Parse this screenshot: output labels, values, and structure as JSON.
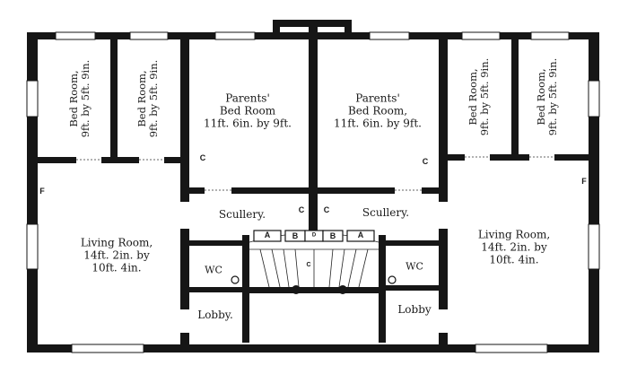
{
  "rooms": {
    "bed1": {
      "title": "Bed Room,",
      "size": "9ft. by 5ft. 9in."
    },
    "bed2": {
      "title": "Bed Room,",
      "size": "9ft. by 5ft. 9in."
    },
    "bed3": {
      "title": "Bed Room,",
      "size": "9ft. by 5ft. 9in."
    },
    "bed4": {
      "title": "Bed Room,",
      "size": "9ft. by 5ft. 9in."
    },
    "parents_left": {
      "l1": "Parents'",
      "l2": "Bed Room",
      "l3": "11ft. 6in. by 9ft."
    },
    "parents_right": {
      "l1": "Parents'",
      "l2": "Bed Room,",
      "l3": "11ft. 6in. by 9ft."
    },
    "living_left": {
      "l1": "Living Room,",
      "l2": "14ft. 2in. by",
      "l3": "10ft. 4in."
    },
    "living_right": {
      "l1": "Living Room,",
      "l2": "14ft. 2in. by",
      "l3": "10ft. 4in."
    },
    "scullery_left": "Scullery.",
    "scullery_right": "Scullery.",
    "wc_left": "WC",
    "wc_right": "WC",
    "lobby_left": "Lobby.",
    "lobby_right": "Lobby"
  },
  "markers": {
    "c": "C",
    "a": "A",
    "b": "B",
    "f": "F",
    "d": "D"
  }
}
